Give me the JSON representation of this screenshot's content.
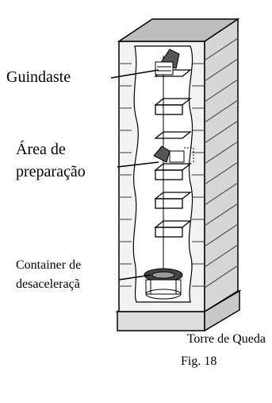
{
  "title": "Torre de Queda",
  "figure": "Fig. 18",
  "labels": {
    "crane": "Guindaste",
    "prep_1": "Área de",
    "prep_2": "preparação",
    "container_1": "Container de",
    "container_2": "desaceleraçã"
  },
  "icons": [
    "crane-icon",
    "prep-icon",
    "container-icon"
  ]
}
